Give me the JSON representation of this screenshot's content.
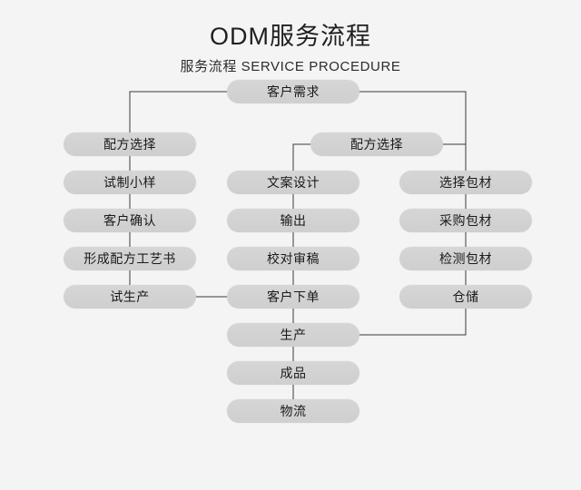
{
  "header": {
    "title": "ODM服务流程",
    "subtitle": "服务流程 SERVICE PROCEDURE"
  },
  "colors": {
    "background": "#f4f4f4",
    "node_fill": "#d3d3d3",
    "node_text": "#1a1a1a",
    "connector": "#3a3a3a",
    "title_text": "#1f1f1f"
  },
  "flow": {
    "start": {
      "label": "客户需求"
    },
    "left_column": [
      {
        "label": "配方选择"
      },
      {
        "label": "试制小样"
      },
      {
        "label": "客户确认"
      },
      {
        "label": "形成配方工艺书"
      },
      {
        "label": "试生产"
      }
    ],
    "branch": {
      "label": "配方选择"
    },
    "middle_column": [
      {
        "label": "文案设计"
      },
      {
        "label": "输出"
      },
      {
        "label": "校对审稿"
      },
      {
        "label": "客户下单"
      }
    ],
    "right_column": [
      {
        "label": "选择包材"
      },
      {
        "label": "采购包材"
      },
      {
        "label": "检测包材"
      },
      {
        "label": "仓储"
      }
    ],
    "tail_column": [
      {
        "label": "生产"
      },
      {
        "label": "成品"
      },
      {
        "label": "物流"
      }
    ]
  }
}
